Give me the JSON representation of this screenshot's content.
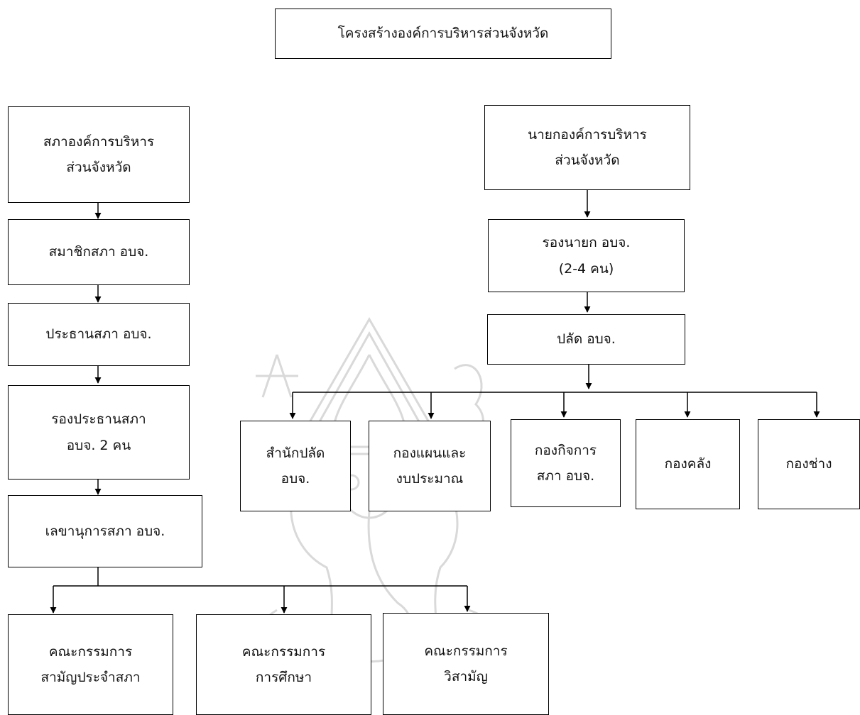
{
  "title": "โครงสร้างองค์การบริหารส่วนจังหวัด",
  "council_branch": {
    "council": [
      "สภาองค์การบริหาร",
      "ส่วนจังหวัด"
    ],
    "members": "สมาชิกสภา อบจ.",
    "president": "ประธานสภา อบจ.",
    "vice_president": [
      "รองประธานสภา",
      "อบจ. 2 คน"
    ],
    "secretary": "เลขานุการสภา อบจ.",
    "committees": [
      [
        "คณะกรรมการ",
        "สามัญประจำสภา"
      ],
      [
        "คณะกรรมการ",
        "การศึกษา"
      ],
      [
        "คณะกรรมการ",
        "วิสามัญ"
      ]
    ]
  },
  "executive_branch": {
    "chief": [
      "นายกองค์การบริหาร",
      "ส่วนจังหวัด"
    ],
    "deputy": [
      "รองนายก อบจ.",
      "(2-4 คน)"
    ],
    "clerk": "ปลัด อบจ.",
    "divisions": [
      [
        "สำนักปลัด",
        "อบจ."
      ],
      [
        "กองแผนและ",
        "งบประมาณ"
      ],
      [
        "กองกิจการ",
        "สภา อบจ."
      ],
      [
        "กองคลัง"
      ],
      [
        "กองช่าง"
      ]
    ]
  },
  "colors": {
    "line": "#000000",
    "watermark": "#d9d9d9"
  }
}
